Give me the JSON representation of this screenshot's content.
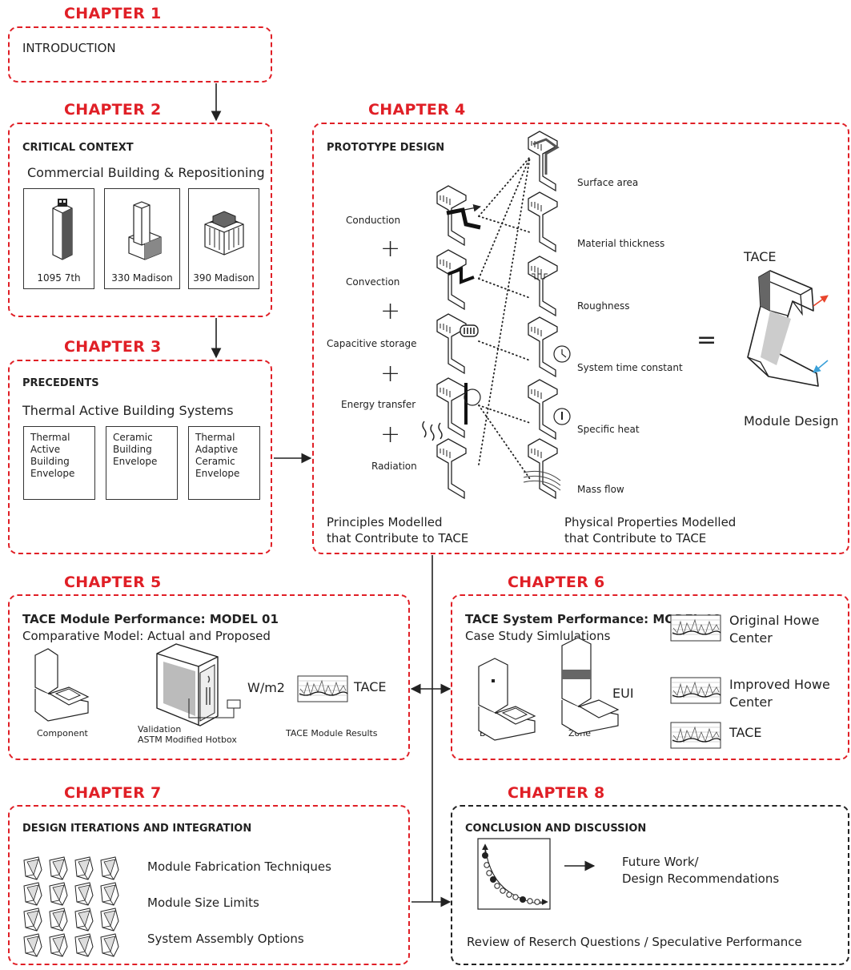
{
  "ch1": {
    "heading": "CHAPTER 1",
    "title": "INTRODUCTION"
  },
  "ch2": {
    "heading": "CHAPTER 2",
    "title": "CRITICAL CONTEXT",
    "subtitle": "Commercial Building & Repositioning",
    "buildings": [
      "1095 7th",
      "330 Madison",
      "390 Madison"
    ]
  },
  "ch3": {
    "heading": "CHAPTER 3",
    "title": "PRECEDENTS",
    "subtitle": "Thermal Active Building Systems",
    "cards": [
      [
        "Thermal",
        "Active",
        "Building",
        "Envelope"
      ],
      [
        "Ceramic",
        "Building",
        "Envelope"
      ],
      [
        "Thermal",
        "Adaptive",
        "Ceramic",
        "Envelope"
      ]
    ]
  },
  "ch4": {
    "heading": "CHAPTER 4",
    "title": "PROTOTYPE DESIGN",
    "principles": [
      "Conduction",
      "Convection",
      "Capacitive storage",
      "Energy transfer",
      "Radiation"
    ],
    "properties": [
      "Surface area",
      "Material thickness",
      "Roughness",
      "System time constant",
      "Specific heat",
      "Mass flow"
    ],
    "equals": "=",
    "plus": "+",
    "tace_label": "TACE",
    "module_label": "Module Design",
    "caption_left": [
      "Principles Modelled",
      "that Contribute to TACE"
    ],
    "caption_right": [
      "Physical Properties Modelled",
      "that Contribute to TACE"
    ]
  },
  "ch5": {
    "heading": "CHAPTER 5",
    "title": "TACE Module Performance: MODEL 01",
    "subtitle": "Comparative Model: Actual and Proposed",
    "component": "Component",
    "validation": [
      "Validation",
      "ASTM Modified Hotbox"
    ],
    "unit": "W/m2",
    "tace": "TACE",
    "results": "TACE Module Results"
  },
  "ch6": {
    "heading": "CHAPTER 6",
    "title": "TACE System Performance: MODEL 02",
    "subtitle": "Case Study Simlulations",
    "bay": "Bay",
    "zone": "Zone",
    "eui": "EUI",
    "outputs": [
      [
        "Original Howe",
        "Center"
      ],
      [
        "Improved Howe",
        "Center"
      ],
      [
        "TACE"
      ]
    ]
  },
  "ch7": {
    "heading": "CHAPTER 7",
    "title": "DESIGN ITERATIONS AND INTEGRATION",
    "items": [
      "Module Fabrication Techniques",
      "Module Size Limits",
      "System Assembly Options"
    ]
  },
  "ch8": {
    "heading": "CHAPTER 8",
    "title": "CONCLUSION AND DISCUSSION",
    "future": [
      "Future Work/",
      "Design Recommendations"
    ],
    "review": "Review of Reserch Questions / Speculative Performance"
  },
  "colors": {
    "accent": "#e01f26",
    "ink": "#222222",
    "arrow_red": "#e8452c",
    "arrow_blue": "#3aa0d8"
  }
}
